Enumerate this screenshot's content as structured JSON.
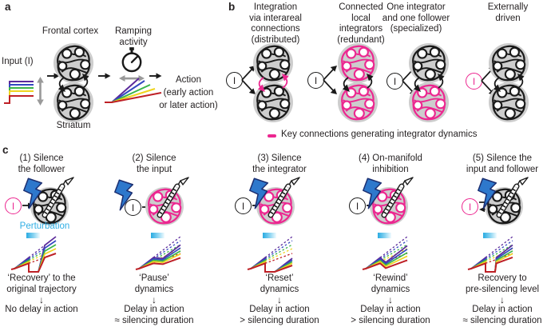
{
  "colors": {
    "magenta_key": "#EC2790",
    "bolt_blue": "#2E78CC",
    "perturbation_cyan": "#2FAEE4",
    "network_gray": "#CDCDCD",
    "trace_colors": [
      "#5B2A9B",
      "#3348C1",
      "#3BB54A",
      "#EFD41F",
      "#BE2026"
    ]
  },
  "symbols": {
    "input": "I",
    "down_arrow": "↓"
  },
  "panel_a": {
    "label": "a",
    "input_label": "Input (I)",
    "top_region": "Frontal cortex",
    "bottom_region": "Striatum",
    "ramping_lines": [
      "Ramping",
      "activity"
    ],
    "action_lines": [
      "Action",
      "(early action",
      "or later action)"
    ]
  },
  "panel_b": {
    "label": "b",
    "options": [
      {
        "title_lines": [
          "Integration",
          "via interareal",
          "connections",
          "(distributed)"
        ]
      },
      {
        "title_lines": [
          "Connected",
          "local",
          "integrators",
          "(redundant)"
        ]
      },
      {
        "title_lines": [
          "One integrator",
          "and one follower",
          "(specialized)"
        ]
      },
      {
        "title_lines": [
          "Externally",
          "driven"
        ]
      }
    ],
    "legend": "Key connections generating integrator dynamics"
  },
  "panel_c": {
    "label": "c",
    "perturbation_label": "Perturbation",
    "scenarios": [
      {
        "title_lines": [
          "(1) Silence",
          "the follower"
        ],
        "dynamics_lines": [
          "‘Recovery’ to the",
          "original trajectory"
        ],
        "result_lines": [
          "No delay in action"
        ]
      },
      {
        "title_lines": [
          "(2) Silence",
          "the input"
        ],
        "dynamics_lines": [
          "‘Pause’",
          "dynamics"
        ],
        "result_lines": [
          "Delay in action",
          "≈ silencing duration"
        ]
      },
      {
        "title_lines": [
          "(3) Silence",
          "the integrator"
        ],
        "dynamics_lines": [
          "‘Reset’",
          "dynamics"
        ],
        "result_lines": [
          "Delay in action",
          "> silencing duration"
        ]
      },
      {
        "title_lines": [
          "(4) On-manifold",
          "inhibition"
        ],
        "dynamics_lines": [
          "‘Rewind’",
          "dynamics"
        ],
        "result_lines": [
          "Delay in action",
          "> silencing duration"
        ]
      },
      {
        "title_lines": [
          "(5) Silence the",
          "input and follower"
        ],
        "dynamics_lines": [
          "Recovery to",
          "pre-silencing level"
        ],
        "result_lines": [
          "Delay in action",
          "≈ silencing duration"
        ]
      }
    ]
  }
}
